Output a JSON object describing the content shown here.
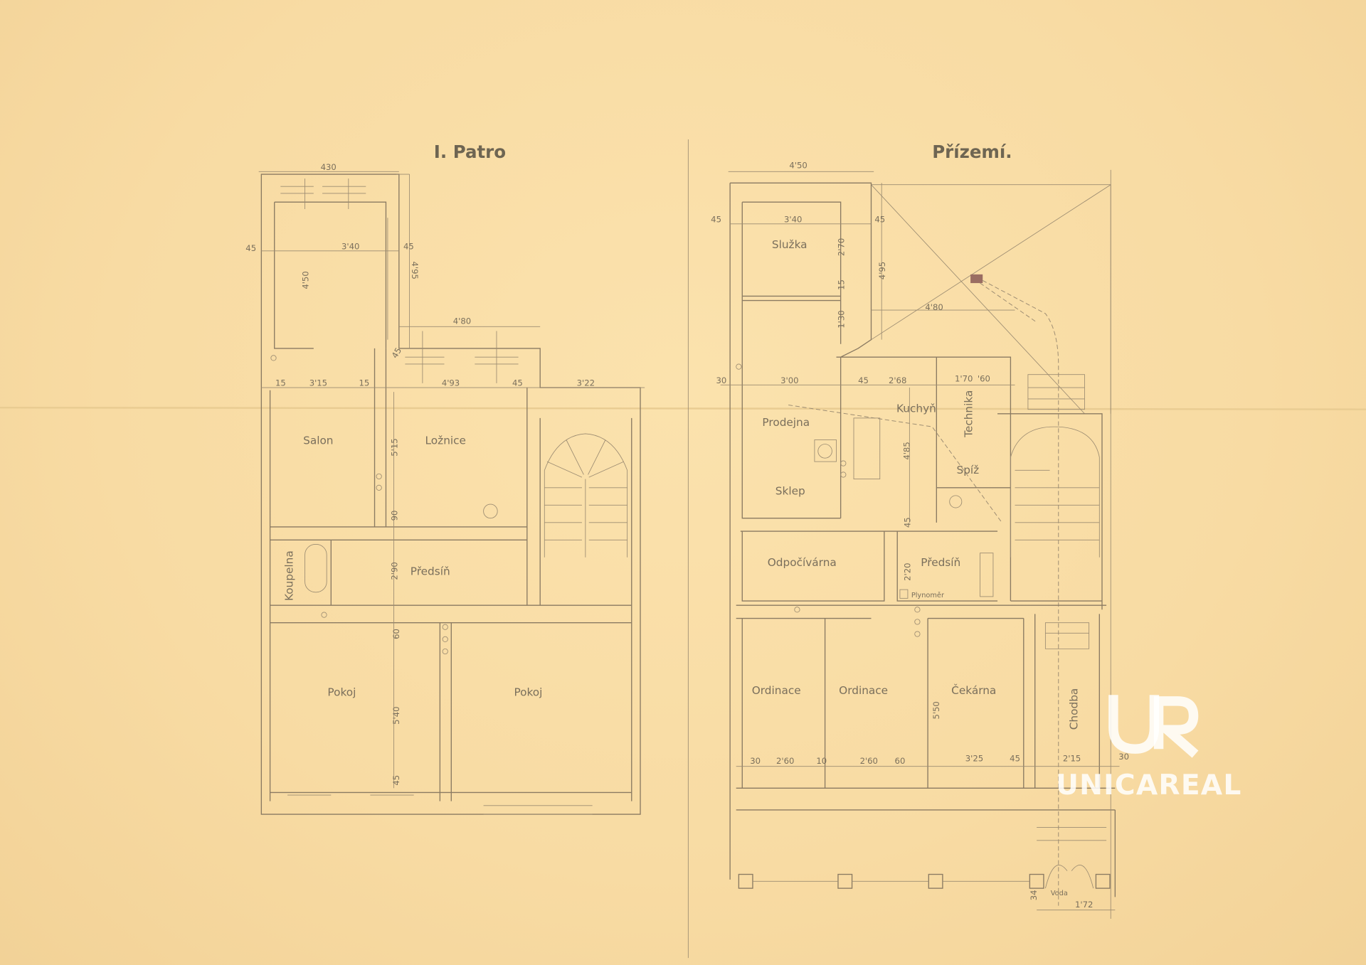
{
  "plans": {
    "first_floor": {
      "title": "I. Patro",
      "rooms": {
        "salon": "Salon",
        "loznice": "Ložnice",
        "koupelna": "Koupelna",
        "predsin": "Předsíň",
        "pokoj_left": "Pokoj",
        "pokoj_right": "Pokoj"
      },
      "dims": {
        "d430": "430",
        "d340": "3'40",
        "d45a": "45",
        "d45b": "45",
        "d450": "4'50",
        "d495": "4'95",
        "d480": "4'80",
        "d15a": "15",
        "d315": "3'15",
        "d15b": "15",
        "d493": "4'93",
        "d45c": "45",
        "d322": "3'22",
        "d515": "5'15",
        "d90": "90",
        "d290": "2'90",
        "d60": "60",
        "d540": "5'40",
        "d45d": "45",
        "d45e": "45"
      }
    },
    "ground_floor": {
      "title": "Přízemí.",
      "rooms": {
        "sluzka": "Služka",
        "prodejna": "Prodejna",
        "sklep": "Sklep",
        "kuchyn": "Kuchyň",
        "technika": "Technika",
        "spiz": "Spíž",
        "odpocivarna": "Odpočívárna",
        "predsin": "Předsíň",
        "plynomer": "Plynoměr",
        "ordinace_1": "Ordinace",
        "ordinace_2": "Ordinace",
        "cekarna": "Čekárna",
        "chodba": "Chodba",
        "voda": "Voda"
      },
      "dims": {
        "d450": "4'50",
        "d45a": "45",
        "d340": "3'40",
        "d45b": "45",
        "d270": "2'70",
        "d15": "15",
        "d130": "1'30",
        "d495": "4'95",
        "d480": "4'80",
        "d30a": "30",
        "d300": "3'00",
        "d45c": "45",
        "d268": "2'68",
        "d170": "1'70",
        "d60a": "'60",
        "d485": "4'85",
        "d220": "2'20",
        "d45d": "45",
        "d550": "5'50",
        "d30b": "30",
        "d260a": "2'60",
        "d10": "10",
        "d260b": "2'60",
        "d60b": "60",
        "d325": "3'25",
        "d45e": "45",
        "d215": "2'15",
        "d30c": "30",
        "d172": "1'72",
        "d34": "34"
      }
    }
  },
  "watermark": {
    "logo_text": "UR",
    "brand": "UNICAREAL"
  }
}
